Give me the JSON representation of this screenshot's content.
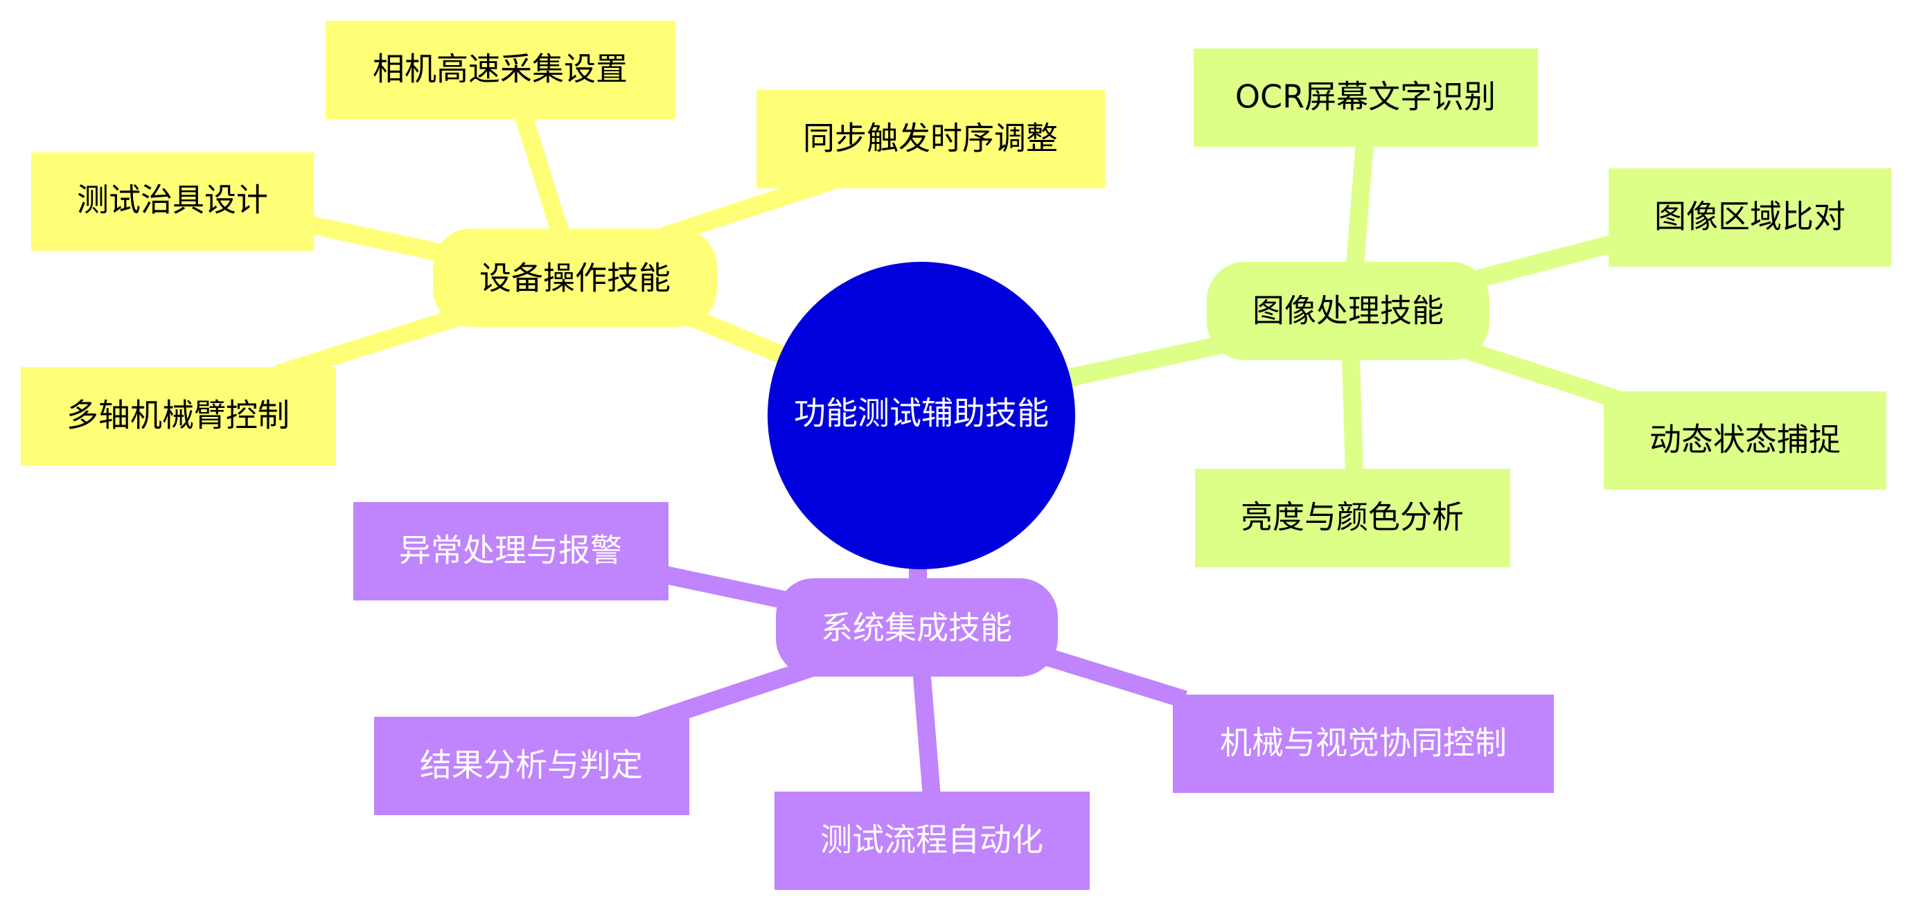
{
  "root": {
    "label": "功能测试辅助技能",
    "color": "#0000dd",
    "text_color": "#ffffff"
  },
  "branches": [
    {
      "label": "设备操作技能",
      "color": "#ffff77",
      "text_color": "#000000",
      "children": [
        "相机高速采集设置",
        "同步触发时序调整",
        "测试治具设计",
        "多轴机械臂控制"
      ]
    },
    {
      "label": "图像处理技能",
      "color": "#ddff88",
      "text_color": "#000000",
      "children": [
        "OCR屏幕文字识别",
        "图像区域比对",
        "动态状态捕捉",
        "亮度与颜色分析"
      ]
    },
    {
      "label": "系统集成技能",
      "color": "#c084fc",
      "text_color": "#ffffff",
      "children": [
        "异常处理与报警",
        "结果分析与判定",
        "测试流程自动化",
        "机械与视觉协同控制"
      ]
    }
  ]
}
